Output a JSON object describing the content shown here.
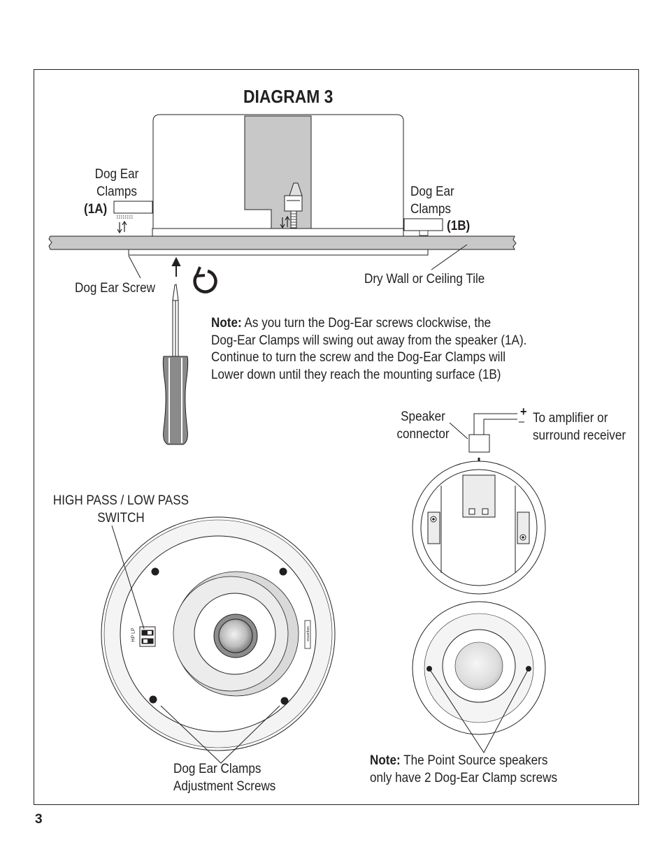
{
  "diagram": {
    "title": "DIAGRAM 3",
    "page_number": "3",
    "labels": {
      "dog_ear_clamps_left": [
        "Dog Ear",
        "Clamps"
      ],
      "tag_1a": "(1A)",
      "dog_ear_clamps_right": [
        "Dog Ear",
        "Clamps"
      ],
      "tag_1b": "(1B)",
      "dog_ear_screw": "Dog Ear Screw",
      "dry_wall": "Dry Wall or Ceiling Tile",
      "speaker_connector": [
        "Speaker",
        "connector"
      ],
      "to_amplifier": [
        "To amplifier or",
        "surround receiver"
      ],
      "plus_sign": "+",
      "minus_sign": "–",
      "high_low_switch": [
        "HIGH PASS / LOW PASS",
        "SWITCH"
      ],
      "dog_ear_adjust": [
        "Dog Ear Clamps",
        "Adjustment Screws"
      ],
      "switch_marking": "HP LP",
      "brand_marking": "sequence"
    },
    "note_main": {
      "prefix": "Note:",
      "lines": [
        " As you turn the Dog-Ear screws clockwise, the",
        "Dog-Ear Clamps will swing out away from the speaker (1A).",
        "Continue to turn the screw and the Dog-Ear Clamps will",
        "Lower down until they reach the mounting surface (1B)"
      ]
    },
    "note_point_source": {
      "prefix": "Note:",
      "lines": [
        " The Point Source speakers",
        "only have 2 Dog-Ear Clamp screws"
      ]
    },
    "colors": {
      "ink": "#231f20",
      "gray_fill": "#c8c8c8",
      "light_fill": "#ececec",
      "handle": "#8a8a8a"
    }
  }
}
